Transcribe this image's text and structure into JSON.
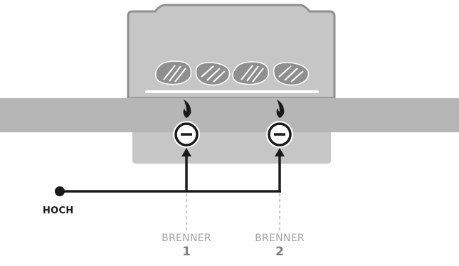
{
  "diagram": {
    "setting_label": "HOCH",
    "burners": [
      {
        "word": "BRENNER",
        "number": "1"
      },
      {
        "word": "BRENNER",
        "number": "2"
      }
    ],
    "food_count": 4
  },
  "colors": {
    "grill_body": "#c6c6c6",
    "grill_outline": "#909090",
    "counter": "#b6b6b6",
    "steak_fill": "#8f8f8f",
    "line": "#1a1a1a",
    "dashed": "#c8c8c8",
    "label_grey": "#a3a3a3"
  },
  "icons": [
    "steak-icon",
    "flame-icon",
    "knob-icon"
  ]
}
